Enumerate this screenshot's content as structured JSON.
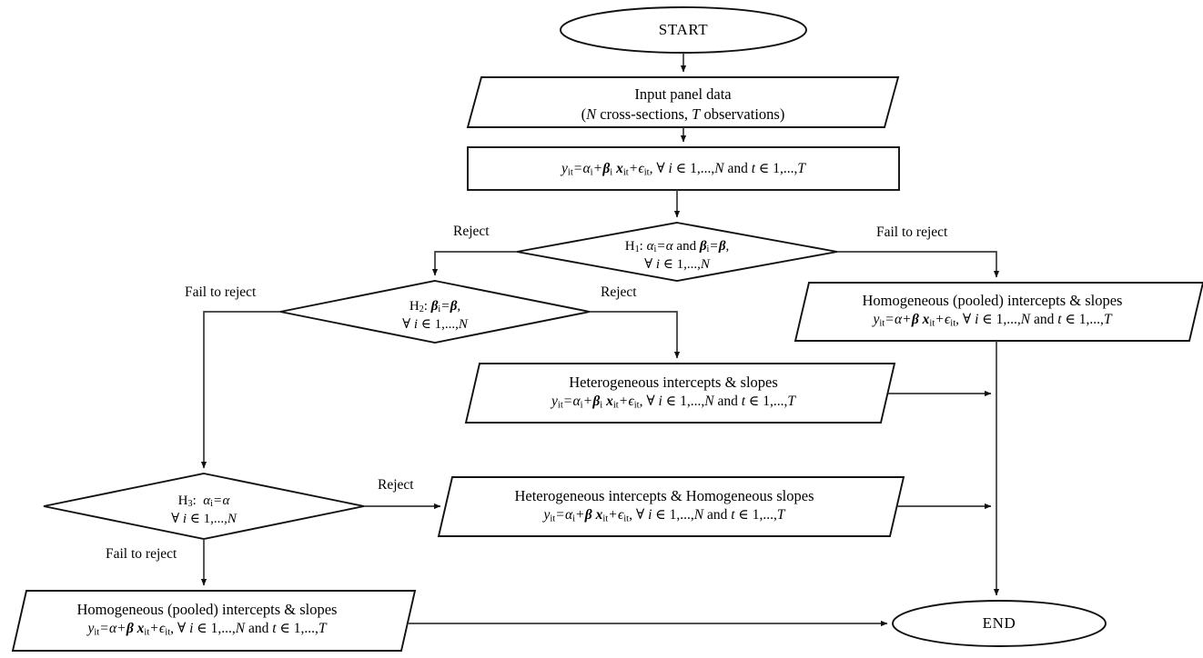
{
  "diagram": {
    "title": "Panel data homogeneity testing flowchart",
    "background_color": "#ffffff",
    "line_color": "#3a3a3a",
    "shape_stroke_color": "#111111"
  },
  "nodes": {
    "start": {
      "type": "terminator",
      "label": "START"
    },
    "input": {
      "type": "input-output",
      "line1": "Input panel data",
      "line2": "(N cross-sections, T observations)"
    },
    "model": {
      "type": "process",
      "line1": "yᵢₜ = αᵢ + βᵢ xᵢₜ + ϵᵢₜ, ∀ i ∈ 1,...,N and t ∈ 1,...,T"
    },
    "h1": {
      "type": "decision",
      "line1": "H₁: αᵢ = α and βᵢ = β,",
      "line2": "∀ i ∈ 1,...,N"
    },
    "h2": {
      "type": "decision",
      "line1": "H₂: βᵢ = β,",
      "line2": "∀ i ∈ 1,...,N"
    },
    "h3": {
      "type": "decision",
      "line1": "H₃:  αᵢ = α",
      "line2": "∀ i ∈ 1,...,N"
    },
    "pooled_right": {
      "type": "input-output",
      "line1": "Homogeneous (pooled) intercepts & slopes",
      "line2": "yᵢₜ = α + β xᵢₜ + ϵᵢₜ, ∀ i ∈ 1,...,N and t ∈ 1,...,T"
    },
    "hetero_both": {
      "type": "input-output",
      "line1": "Heterogeneous intercepts & slopes",
      "line2": "yᵢₜ = αᵢ + βᵢ xᵢₜ + ϵᵢₜ, ∀ i ∈ 1,...,N and t ∈ 1,...,T"
    },
    "hetero_int": {
      "type": "input-output",
      "line1": "Heterogeneous intercepts & Homogeneous slopes",
      "line2": "yᵢₜ = αᵢ + β xᵢₜ + ϵᵢₜ, ∀ i ∈ 1,...,N and t ∈ 1,...,T"
    },
    "pooled_bottom": {
      "type": "input-output",
      "line1": "Homogeneous (pooled) intercepts & slopes",
      "line2": "yᵢₜ = α + β xᵢₜ + ϵᵢₜ, ∀ i ∈ 1,...,N and t ∈ 1,...,T"
    },
    "end": {
      "type": "terminator",
      "label": "END"
    }
  },
  "edge_labels": {
    "h1_reject": "Reject",
    "h1_fail": "Fail to reject",
    "h2_fail": "Fail to reject",
    "h2_reject": "Reject",
    "h3_reject": "Reject",
    "h3_fail": "Fail to reject"
  }
}
